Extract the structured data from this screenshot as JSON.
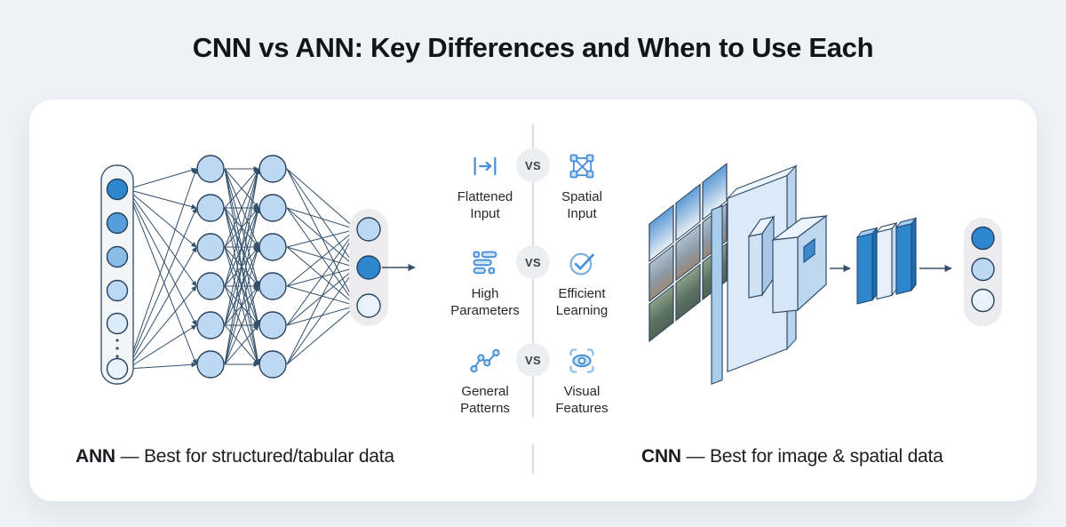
{
  "title": "CNN vs ANN: Key Differences and When to Use Each",
  "comparison": {
    "rows": [
      {
        "vs": "VS",
        "left": {
          "icon": "flatten-arrow-icon",
          "label_line1": "Flattened",
          "label_line2": "Input"
        },
        "right": {
          "icon": "spatial-grid-icon",
          "label_line1": "Spatial",
          "label_line2": "Input"
        }
      },
      {
        "vs": "VS",
        "left": {
          "icon": "parameter-list-icon",
          "label_line1": "High",
          "label_line2": "Parameters"
        },
        "right": {
          "icon": "check-circle-icon",
          "label_line1": "Efficient",
          "label_line2": "Learning"
        }
      },
      {
        "vs": "VS",
        "left": {
          "icon": "scatter-trend-icon",
          "label_line1": "General",
          "label_line2": "Patterns"
        },
        "right": {
          "icon": "eye-scan-icon",
          "label_line1": "Visual",
          "label_line2": "Features"
        }
      }
    ]
  },
  "footer": {
    "ann_abbr": "ANN",
    "ann_text": " — Best for structured/tabular data",
    "cnn_abbr": "CNN",
    "cnn_text": " — Best for image & spatial data"
  },
  "colors": {
    "background": "#eef1f5",
    "card": "#ffffff",
    "accent_blue": "#2e86cf",
    "light_blue": "#bcd8f2",
    "navy_stroke": "#33506b",
    "divider": "#d9dee3",
    "vs_badge_bg": "#eceef1",
    "output_pill_gray": "#ececee",
    "icon_blue": "#4a90d8"
  }
}
